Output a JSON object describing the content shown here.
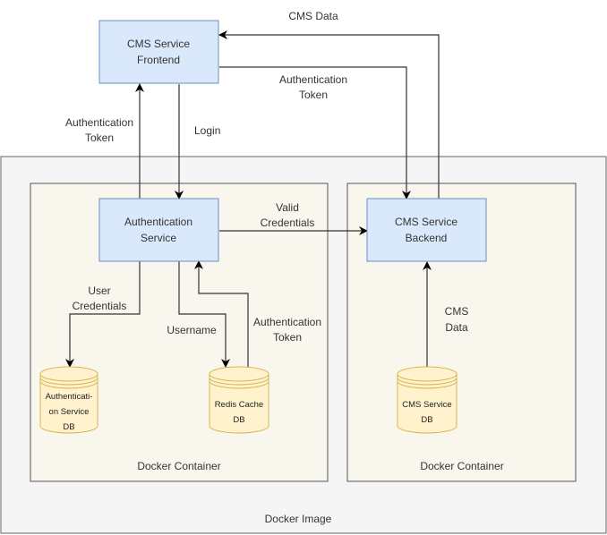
{
  "nodes": {
    "frontend": {
      "line1": "CMS Service",
      "line2": "Frontend"
    },
    "auth_service": {
      "line1": "Authentication",
      "line2": "Service"
    },
    "backend": {
      "line1": "CMS Service",
      "line2": "Backend"
    }
  },
  "databases": {
    "auth_db": {
      "line1": "Authenticati-",
      "line2": "on Service",
      "line3": "DB"
    },
    "redis_db": {
      "line1": "Redis Cache",
      "line2": "DB"
    },
    "cms_db": {
      "line1": "CMS Service",
      "line2": "DB"
    }
  },
  "containers": {
    "image_label": "Docker Image",
    "left_container_label": "Docker Container",
    "right_container_label": "Docker Container"
  },
  "edges": {
    "cms_data_top": "CMS Data",
    "auth_token_top": {
      "line1": "Authentication",
      "line2": "Token"
    },
    "auth_token_left": {
      "line1": "Authentication",
      "line2": "Token"
    },
    "login": "Login",
    "valid_credentials": {
      "line1": "Valid",
      "line2": "Credentials"
    },
    "user_credentials": {
      "line1": "User",
      "line2": "Credentials"
    },
    "username": "Username",
    "auth_token_redis": {
      "line1": "Authentication",
      "line2": "Token"
    },
    "cms_data_db": {
      "line1": "CMS",
      "line2": "Data"
    }
  },
  "colors": {
    "service_fill": "#dae8fc",
    "service_stroke": "#6c8ebf",
    "db_fill": "#fff2cc",
    "db_stroke": "#d6b656",
    "image_fill": "#f5f5f5",
    "container_fill": "#f9f7ed"
  }
}
